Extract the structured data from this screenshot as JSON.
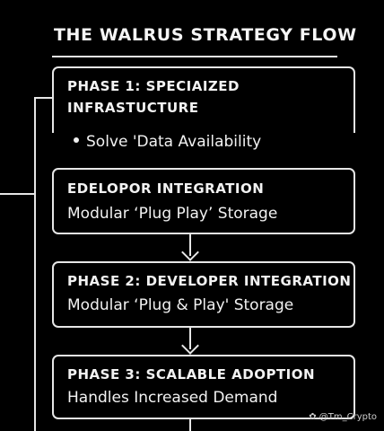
{
  "title": "THE WALRUS STRATEGY FLOW",
  "phases": [
    {
      "heading_line1": "PHASE 1: SPECIAIZED",
      "heading_line2": "INFRASTUCTURE",
      "bullet": "Solve 'Data Availability"
    },
    {
      "heading": "EDELOPOR INTEGRATION",
      "subtitle": "Modular ‘Plug Play’ Storage"
    },
    {
      "heading": "PHASE 2: DEVELOPER INTEGRATION",
      "subtitle": "Modular ‘Plug & Play' Storage"
    },
    {
      "heading": "PHASE 3:  SCALABLE ADOPTION",
      "subtitle": "Handles Increased Demand"
    }
  ],
  "watermark": "@Tm_Crypto"
}
